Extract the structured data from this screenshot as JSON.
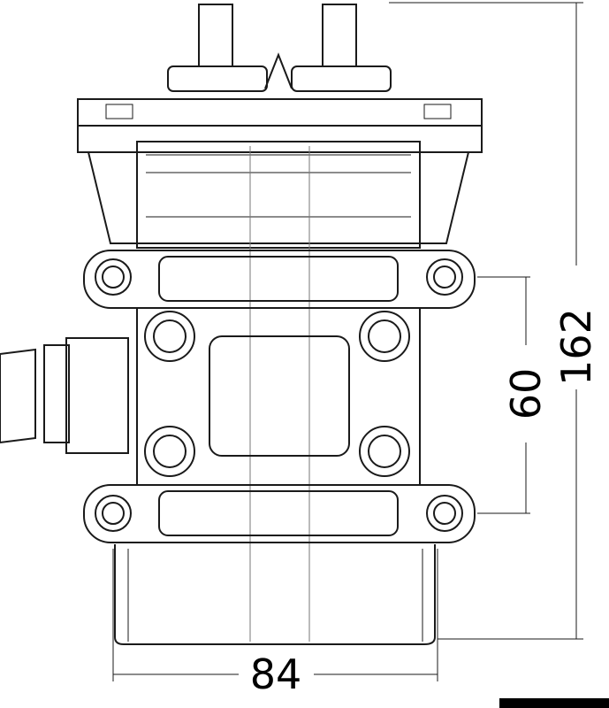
{
  "drawing": {
    "dimensions": {
      "total_height": "162",
      "mount_spacing": "60",
      "body_width": "84"
    },
    "colors": {
      "line": "#1a1a1a",
      "background": "#ffffff"
    }
  }
}
